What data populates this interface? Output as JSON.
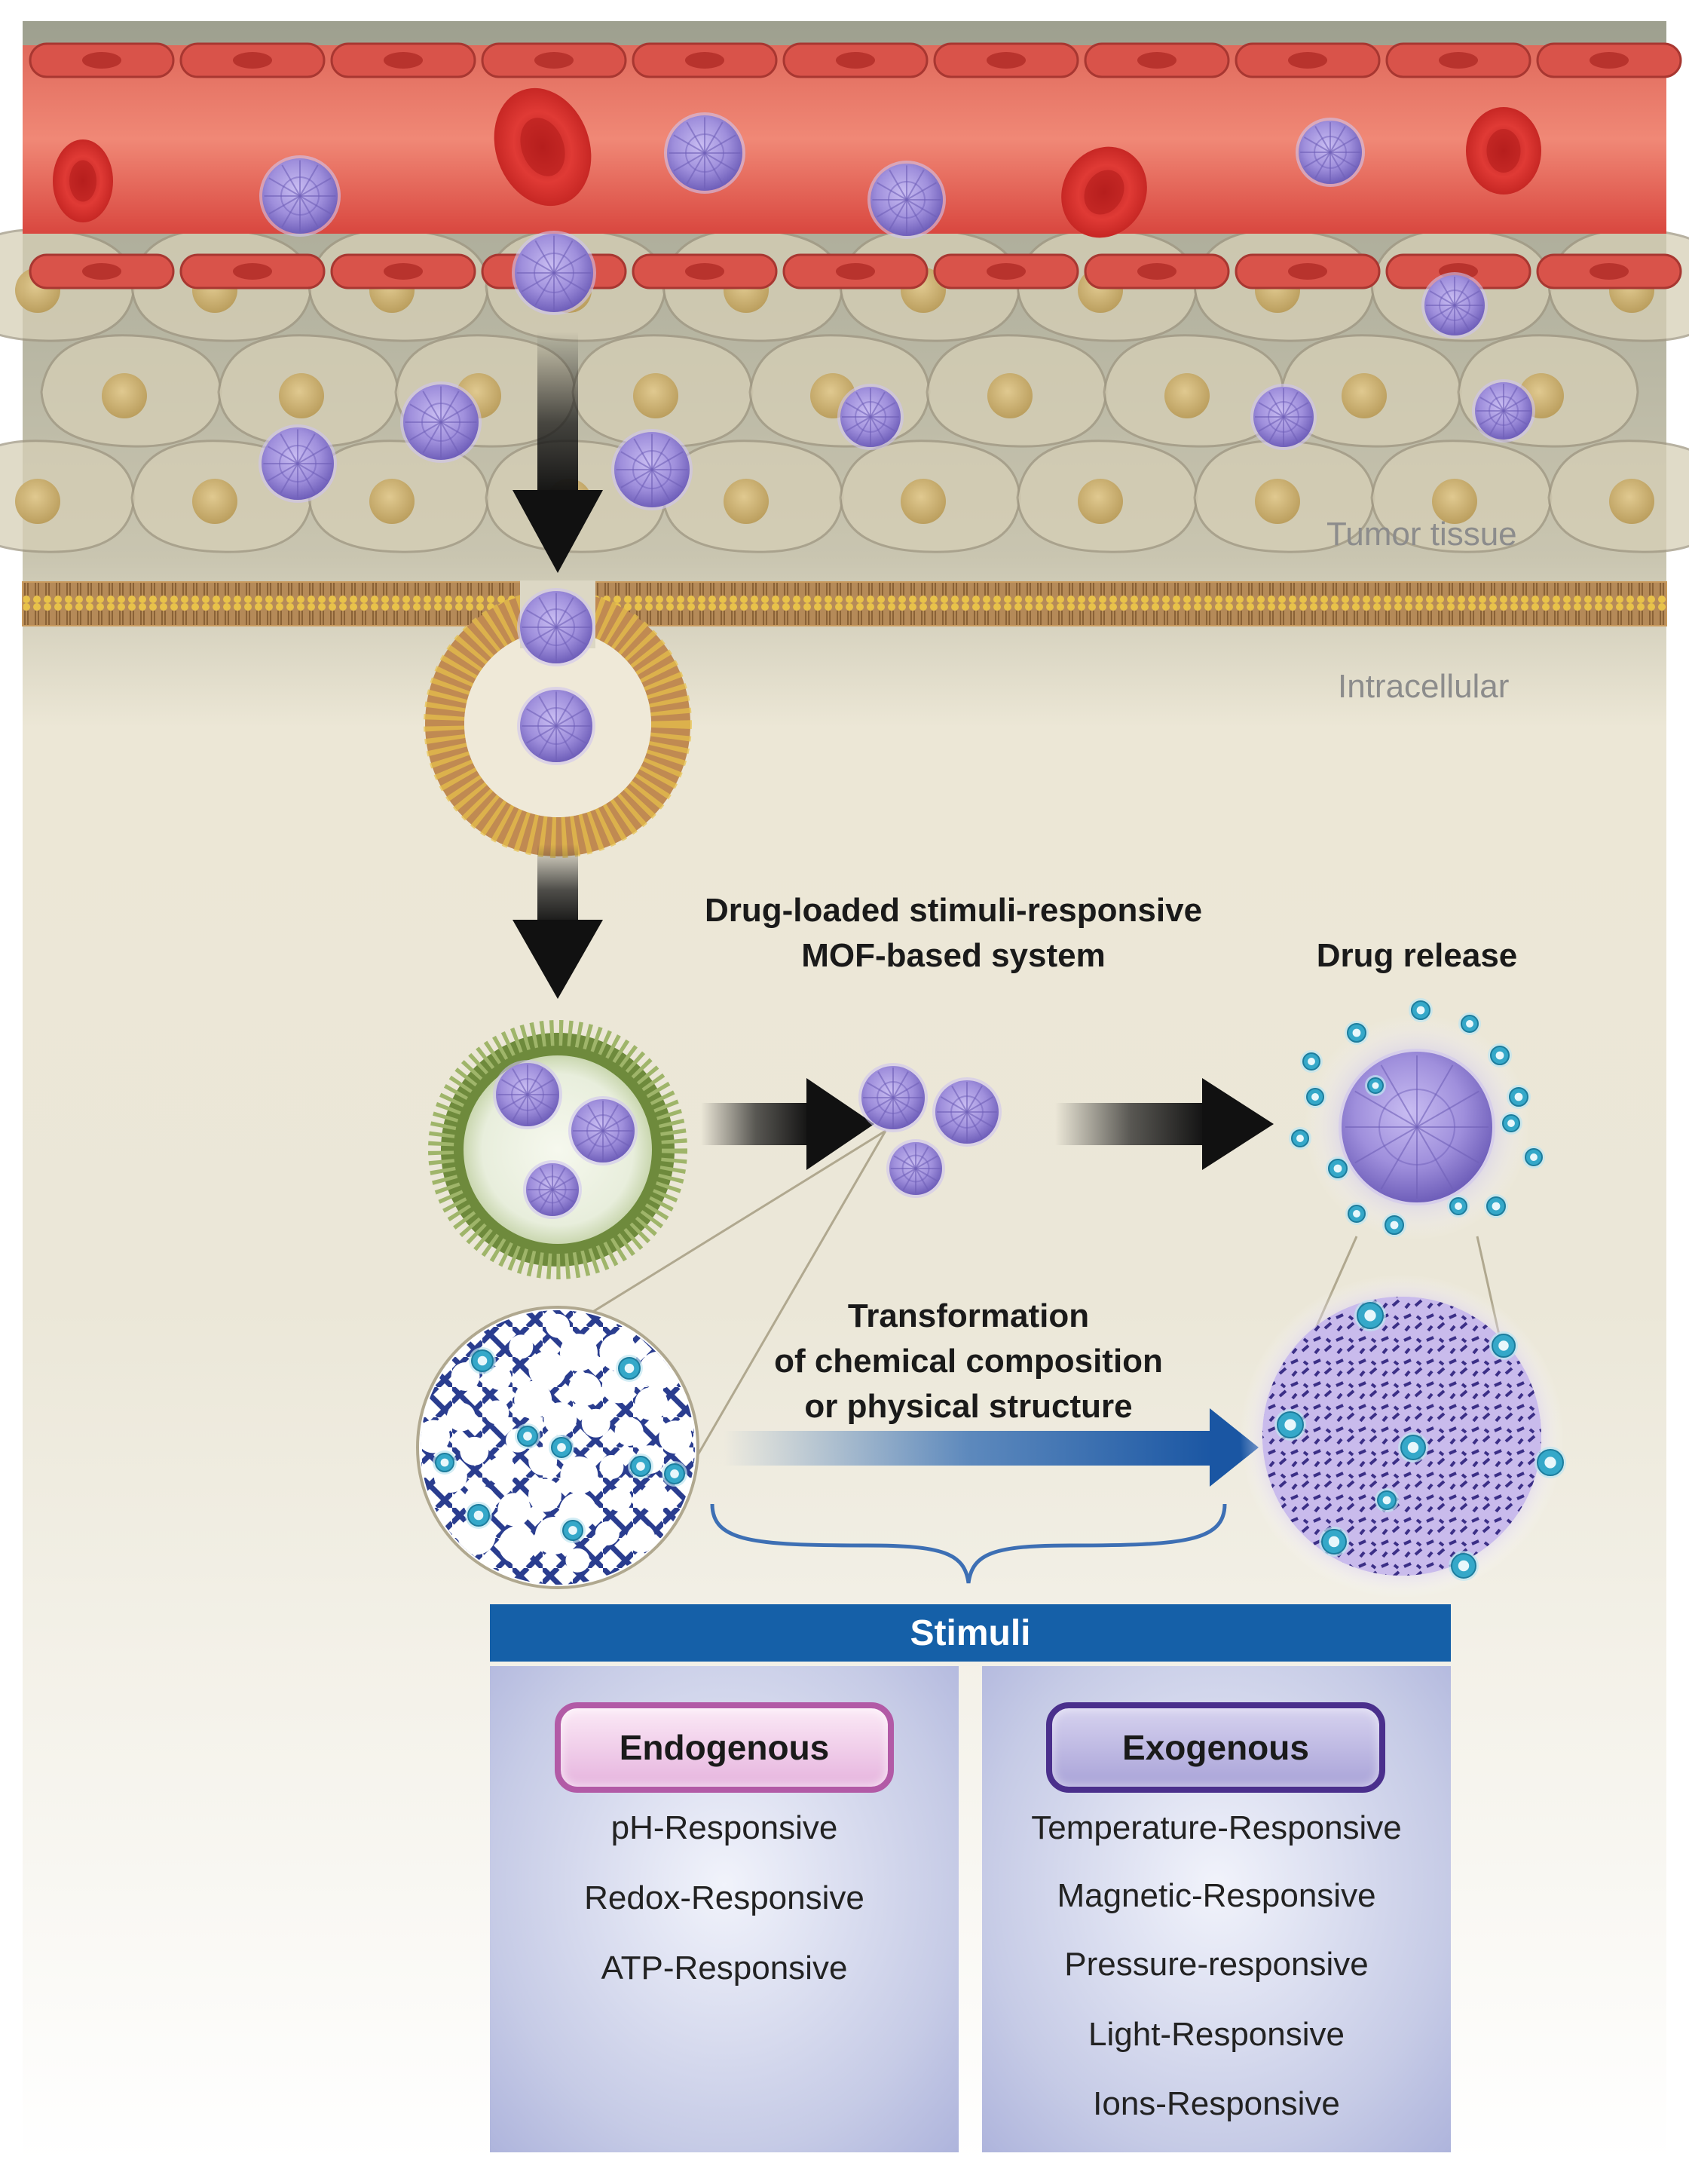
{
  "labels": {
    "tumor_tissue": "Tumor tissue",
    "intracellular": "Intracellular",
    "system_line1": "Drug-loaded stimuli-responsive",
    "system_line2": "MOF-based system",
    "drug_release": "Drug release",
    "transform_line1": "Transformation",
    "transform_line2": "of chemical composition",
    "transform_line3": "or physical structure"
  },
  "stimuli": {
    "title": "Stimuli",
    "endogenous": {
      "title": "Endogenous",
      "items": [
        "pH-Responsive",
        "Redox-Responsive",
        "ATP-Responsive"
      ]
    },
    "exogenous": {
      "title": "Exogenous",
      "items": [
        "Temperature-Responsive",
        "Magnetic-Responsive",
        "Pressure-responsive",
        "Light-Responsive",
        "Ions-Responsive"
      ]
    }
  },
  "colors": {
    "vessel": "#d9473f",
    "red_cell": "#d42a27",
    "nanoparticle": "#8f7ed1",
    "drug_molecule": "#35a8c9",
    "stimuli_bar": "#1560a8",
    "endogenous_border": "#b25aa6",
    "exogenous_border": "#4a2f8c",
    "arrow_blue": "#1f5fae"
  },
  "icons": [
    "nanoparticle-icon",
    "red-blood-cell-icon",
    "endosome-icon",
    "mof-lattice-icon",
    "drug-molecule-icon",
    "down-arrow-icon",
    "right-arrow-icon"
  ]
}
